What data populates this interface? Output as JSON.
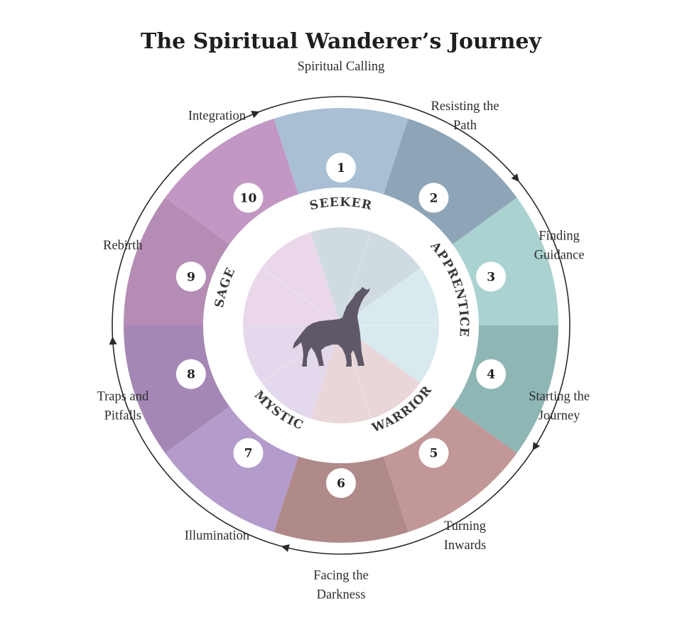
{
  "title": "The Spiritual Wanderer’s Journey",
  "steps": [
    {
      "number": "1",
      "label": [
        "Spiritual Calling"
      ],
      "color": "#a8bfd4"
    },
    {
      "number": "2",
      "label": [
        "Resisting the",
        "Path"
      ],
      "color": "#8ea5b7"
    },
    {
      "number": "3",
      "label": [
        "Finding",
        "Guidance"
      ],
      "color": "#a9d2d1"
    },
    {
      "number": "4",
      "label": [
        "Starting the",
        "Journey"
      ],
      "color": "#8eb6b4"
    },
    {
      "number": "5",
      "label": [
        "Turning",
        "Inwards"
      ],
      "color": "#c29797"
    },
    {
      "number": "6",
      "label": [
        "Facing the",
        "Darkness"
      ],
      "color": "#b08989"
    },
    {
      "number": "7",
      "label": [
        "Illumination"
      ],
      "color": "#b39bcb"
    },
    {
      "number": "8",
      "label": [
        "Traps and",
        "Pitfalls"
      ],
      "color": "#a587b5"
    },
    {
      "number": "9",
      "label": [
        "Rebirth"
      ],
      "color": "#b48cb4"
    },
    {
      "number": "10",
      "label": [
        "Integration"
      ],
      "color": "#c397c4"
    }
  ],
  "archetypes": [
    {
      "name": "SEEKER",
      "inner_color": "#cfdbe0"
    },
    {
      "name": "APPRENTICE",
      "inner_color": "#d9eaee"
    },
    {
      "name": "WARRIOR",
      "inner_color": "#e9d6d8"
    },
    {
      "name": "MYSTIC",
      "inner_color": "#e4d9ec"
    },
    {
      "name": "SAGE",
      "inner_color": "#ead8ea"
    }
  ],
  "center_icons": [
    "crescent-moon-icon",
    "howling-wolf-icon"
  ],
  "flow": "clockwise"
}
